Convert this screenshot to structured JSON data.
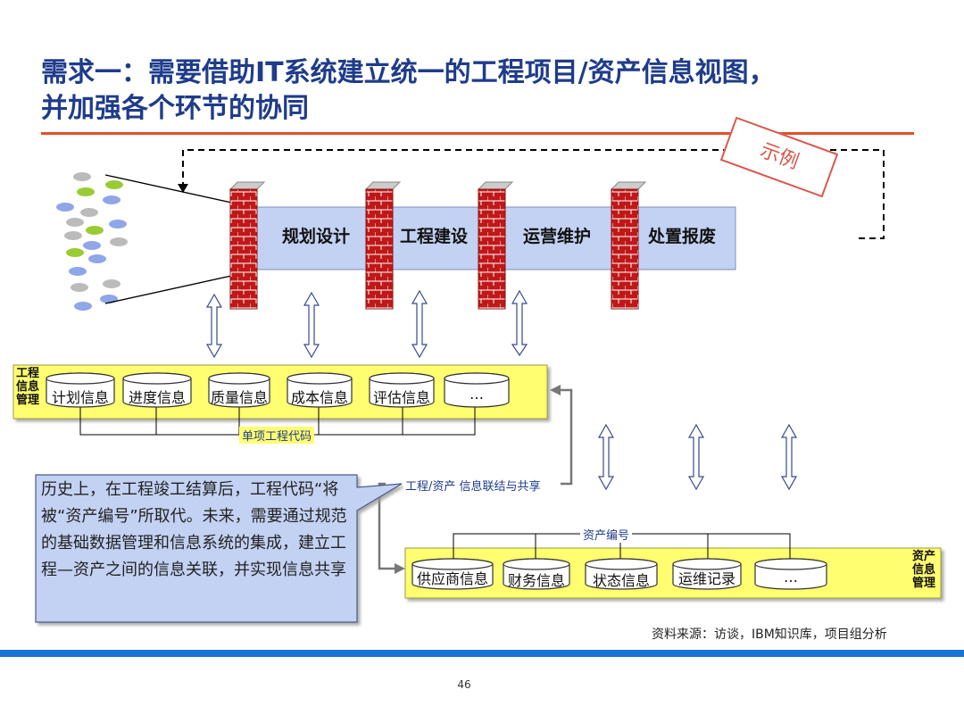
{
  "slide": {
    "title_line1": "需求一：需要借助IT系统建立统一的工程项目/资产信息视图，",
    "title_line2": "并加强各个环节的协同",
    "example_stamp": "示例",
    "source": "资料来源：访谈，IBM知识库，项目组分析",
    "page_number": "46"
  },
  "phases": [
    "规划设计",
    "工程建设",
    "运营维护",
    "处置报废"
  ],
  "engineering_info": {
    "side_label": [
      "工程",
      "信息",
      "管理"
    ],
    "stores": [
      "计划信息",
      "进度信息",
      "质量信息",
      "成本信息",
      "评估信息",
      "…"
    ],
    "key_label": "单项工程代码"
  },
  "asset_info": {
    "side_label": [
      "资产",
      "信息",
      "管理"
    ],
    "stores": [
      "供应商信息",
      "财务信息",
      "状态信息",
      "运维记录",
      "…"
    ],
    "key_label": "资产编号"
  },
  "link_label": "工程/资产 信息联结与共享",
  "callout": "历史上，在工程竣工结算后，工程代码“将被“资产编号”所取代。未来，需要通过规范的基础数据管理和信息系统的集成，建立工程—资产之间的信息关联，并实现信息共享",
  "colors": {
    "title": "#1f3c8a",
    "title_rule": "#e0502a",
    "phase_band": "#c3d1f3",
    "info_band": "#fffd70",
    "brick": "#c01818",
    "footer_bar": "#1a73d8",
    "stamp": "#d8584d"
  }
}
